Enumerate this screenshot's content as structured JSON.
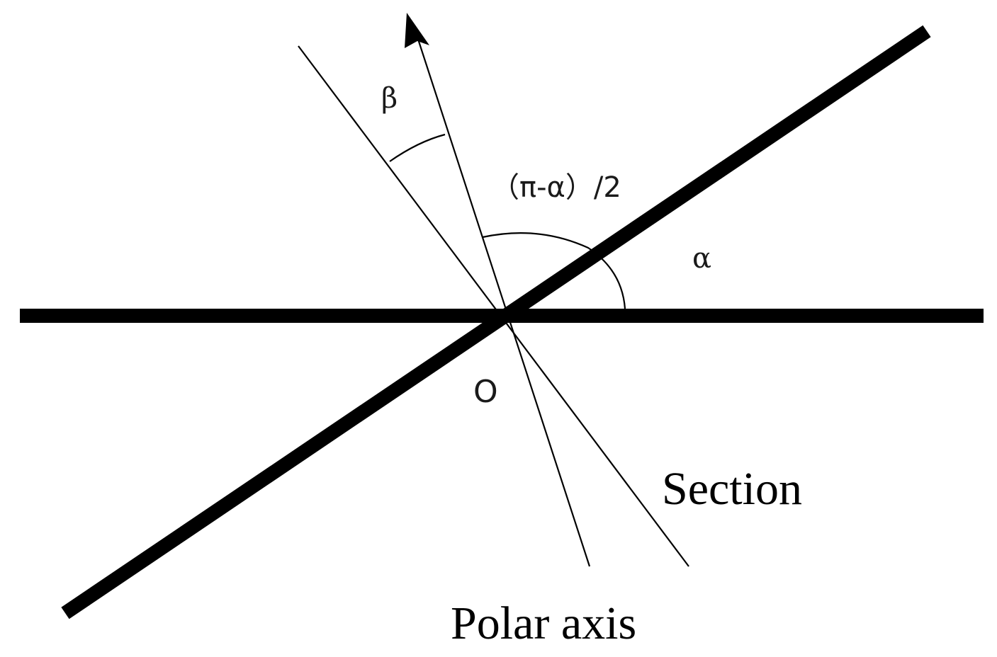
{
  "labels": {
    "beta": "β",
    "half_angle": "（π-α）/2",
    "alpha": "α",
    "origin": "O",
    "section": "Section",
    "polar_axis": "Polar axis"
  },
  "colors": {
    "line": "#000000",
    "background": "#ffffff"
  }
}
